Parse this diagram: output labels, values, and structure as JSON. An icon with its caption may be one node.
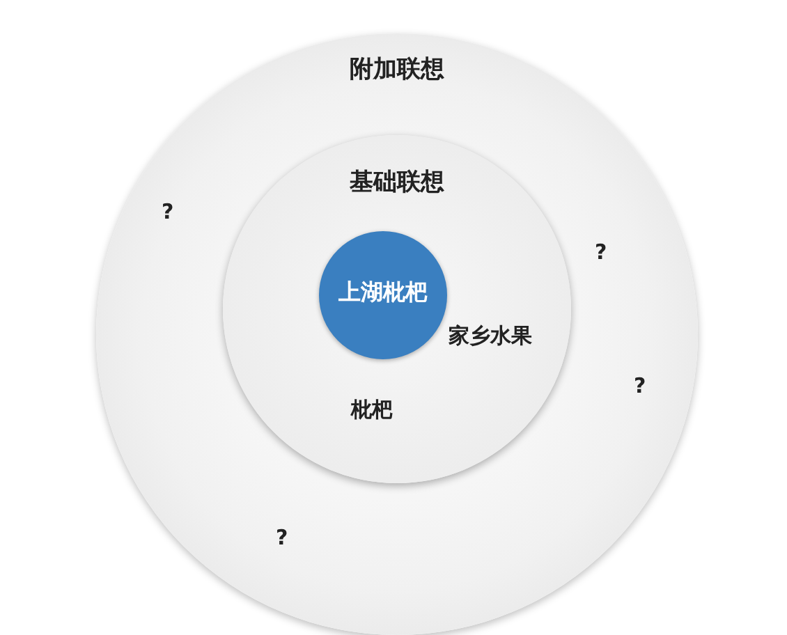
{
  "diagram": {
    "nodes": [
      {
        "text": [
          "附加联想"
        ]
      },
      {
        "text": [
          "基础联想"
        ],
        "in": 0
      },
      {
        "text": [
          "上湖枇杷"
        ],
        "in": 1
      }
    ],
    "labels": [
      "?",
      "?",
      "家乡水果",
      "?",
      "枇杷",
      "?"
    ]
  }
}
